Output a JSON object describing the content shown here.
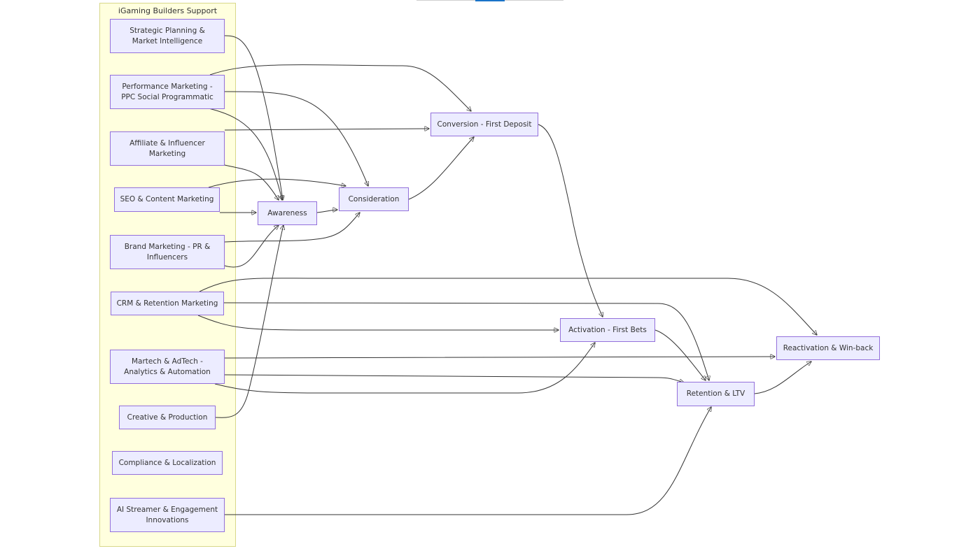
{
  "cluster": {
    "title": "iGaming  Builders  Support"
  },
  "nodes": {
    "strategic": "Strategic Planning &\nMarket Intelligence",
    "performance": "Performance Marketing -\nPPC Social Programmatic",
    "affiliate": "Affiliate & Influencer\nMarketing",
    "seo": "SEO & Content Marketing",
    "brand": "Brand Marketing - PR &\nInfluencers",
    "crm": "CRM & Retention Marketing",
    "martech": "Martech & AdTech -\nAnalytics & Automation",
    "creative": "Creative & Production",
    "compliance": "Compliance & Localization",
    "ai": "AI Streamer & Engagement\nInnovations",
    "awareness": "Awareness",
    "consideration": "Consideration",
    "conversion": "Conversion - First Deposit",
    "activation": "Activation - First Bets",
    "retention": "Retention & LTV",
    "reactivation": "Reactivation & Win-back"
  },
  "edges": [
    [
      "strategic",
      "awareness"
    ],
    [
      "performance",
      "awareness"
    ],
    [
      "performance",
      "consideration"
    ],
    [
      "performance",
      "conversion"
    ],
    [
      "affiliate",
      "awareness"
    ],
    [
      "affiliate",
      "conversion"
    ],
    [
      "seo",
      "awareness"
    ],
    [
      "seo",
      "consideration"
    ],
    [
      "brand",
      "awareness"
    ],
    [
      "brand",
      "consideration"
    ],
    [
      "crm",
      "retention"
    ],
    [
      "crm",
      "reactivation"
    ],
    [
      "crm",
      "activation"
    ],
    [
      "martech",
      "activation"
    ],
    [
      "martech",
      "retention"
    ],
    [
      "martech",
      "reactivation"
    ],
    [
      "creative",
      "awareness"
    ],
    [
      "ai",
      "retention"
    ],
    [
      "awareness",
      "consideration"
    ],
    [
      "consideration",
      "conversion"
    ],
    [
      "conversion",
      "activation"
    ],
    [
      "activation",
      "retention"
    ],
    [
      "retention",
      "reactivation"
    ]
  ],
  "colors": {
    "node_fill": "#ececff",
    "node_border": "#9370db",
    "cluster_fill": "#ffffde",
    "cluster_border": "#d8d88a",
    "edge": "#333333"
  }
}
